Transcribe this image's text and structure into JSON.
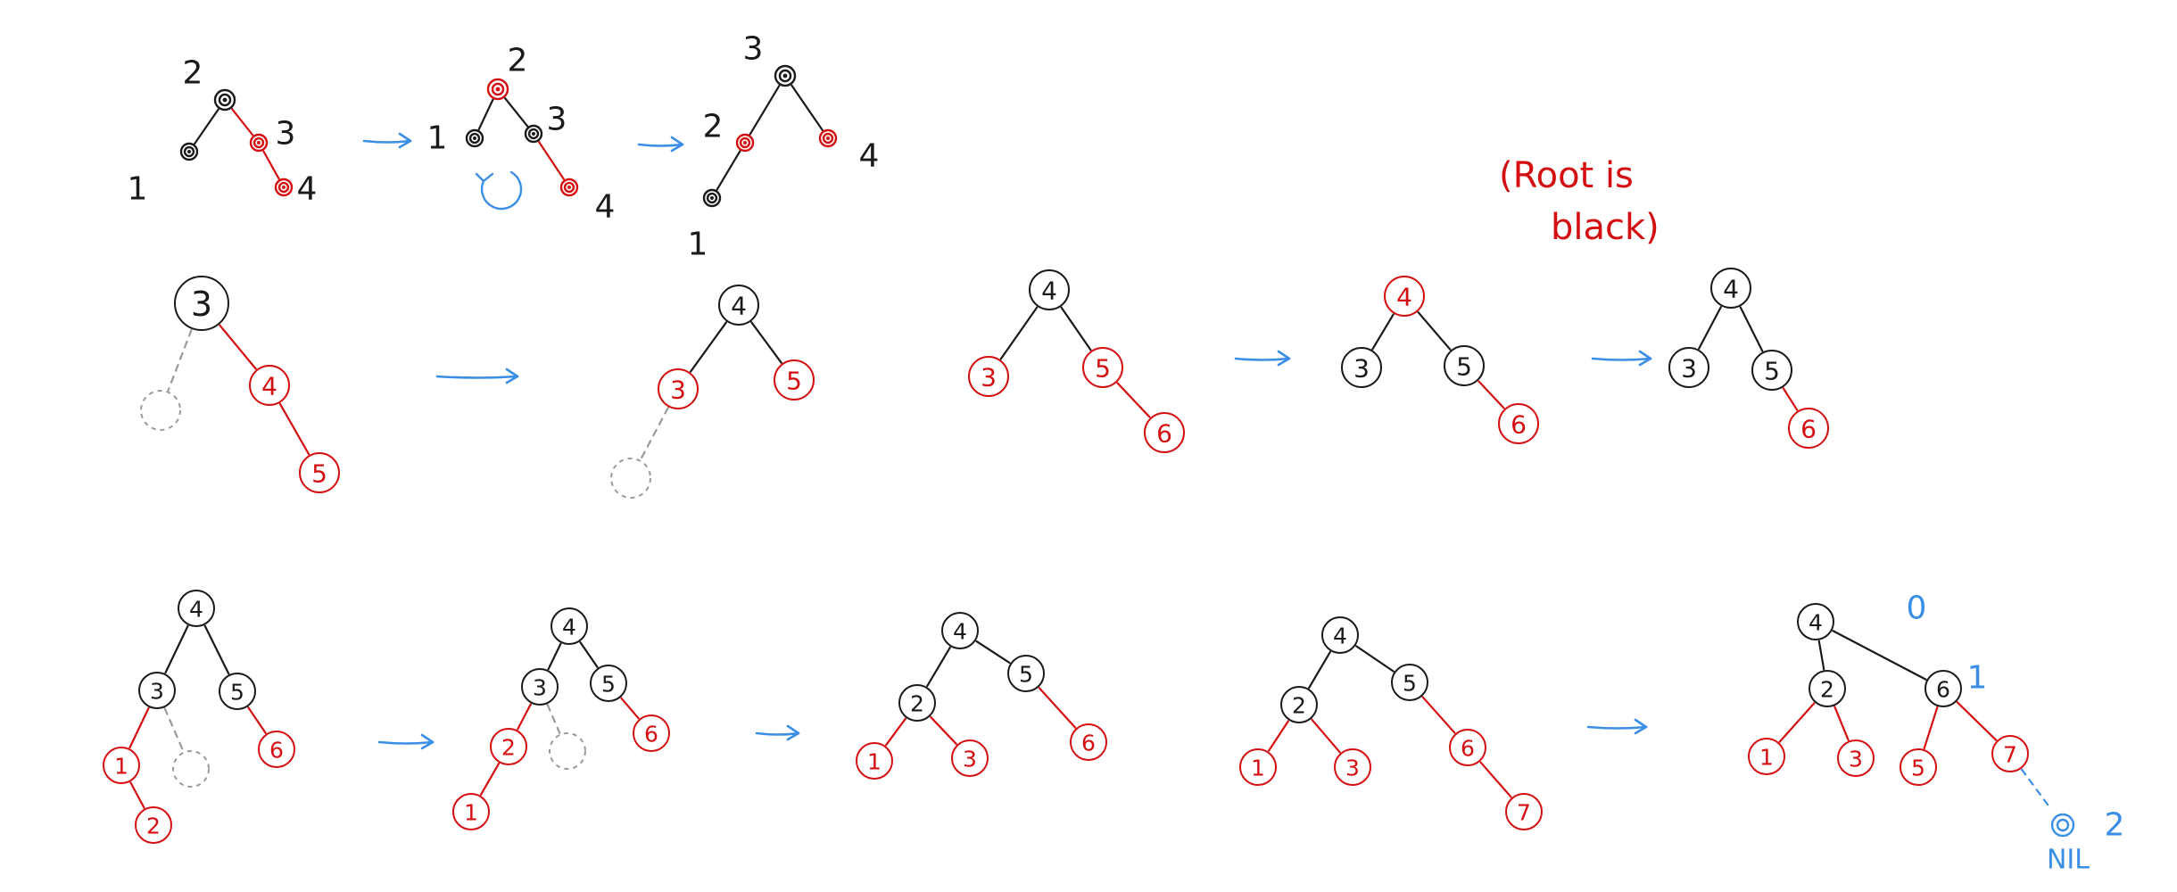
{
  "colors": {
    "black": "#1a1a1a",
    "red": "#d40f12",
    "blue": "#3a8ee6",
    "gray": "#9a9a9a"
  },
  "note": {
    "line1": "(Root is",
    "line2": "black)",
    "color": "red"
  },
  "nil_label": "NIL",
  "arrow_count": 8,
  "stages": [
    {
      "id": "s1",
      "style": "filled",
      "nodes": [
        {
          "id": "n2",
          "color": "black",
          "label": "2"
        },
        {
          "id": "n1",
          "color": "black",
          "label": "1"
        },
        {
          "id": "n3",
          "color": "red",
          "label": "3"
        },
        {
          "id": "n4",
          "color": "red",
          "label": "4"
        }
      ],
      "edges": [
        [
          "n2",
          "n1",
          "black"
        ],
        [
          "n2",
          "n3",
          "red"
        ],
        [
          "n3",
          "n4",
          "red"
        ]
      ]
    },
    {
      "id": "s2",
      "style": "filled",
      "nodes": [
        {
          "id": "n2",
          "color": "red",
          "label": "2"
        },
        {
          "id": "n1",
          "color": "black",
          "label": "1"
        },
        {
          "id": "n3",
          "color": "black",
          "label": "3"
        },
        {
          "id": "n4",
          "color": "red",
          "label": "4"
        }
      ],
      "edges": [
        [
          "n2",
          "n1",
          "black"
        ],
        [
          "n2",
          "n3",
          "black"
        ],
        [
          "n3",
          "n4",
          "red"
        ]
      ],
      "rotation_mark": "blue"
    },
    {
      "id": "s3",
      "style": "filled",
      "nodes": [
        {
          "id": "n3",
          "color": "black",
          "label": "3"
        },
        {
          "id": "n2",
          "color": "red",
          "label": "2"
        },
        {
          "id": "n4",
          "color": "red",
          "label": "4"
        },
        {
          "id": "n1",
          "color": "black",
          "label": "1"
        }
      ],
      "edges": [
        [
          "n3",
          "n2",
          "black"
        ],
        [
          "n3",
          "n4",
          "black"
        ],
        [
          "n2",
          "n1",
          "black"
        ]
      ]
    },
    {
      "id": "r2a",
      "style": "outline",
      "nodes": [
        {
          "id": "a",
          "color": "black",
          "label": "3"
        },
        {
          "id": "b",
          "color": "gray",
          "label": ""
        },
        {
          "id": "c",
          "color": "red",
          "label": "4"
        },
        {
          "id": "d",
          "color": "red",
          "label": "5"
        }
      ],
      "edges": [
        [
          "a",
          "b",
          "gray"
        ],
        [
          "a",
          "c",
          "red"
        ],
        [
          "c",
          "d",
          "red"
        ]
      ]
    },
    {
      "id": "r2b",
      "style": "outline",
      "nodes": [
        {
          "id": "a",
          "color": "black",
          "label": "4"
        },
        {
          "id": "b",
          "color": "red",
          "label": "3"
        },
        {
          "id": "c",
          "color": "red",
          "label": "5"
        },
        {
          "id": "d",
          "color": "gray",
          "label": ""
        }
      ],
      "edges": [
        [
          "a",
          "b",
          "black"
        ],
        [
          "a",
          "c",
          "black"
        ],
        [
          "b",
          "d",
          "gray"
        ]
      ]
    },
    {
      "id": "r2c",
      "style": "outline",
      "nodes": [
        {
          "id": "a",
          "color": "black",
          "label": "4"
        },
        {
          "id": "b",
          "color": "red",
          "label": "3"
        },
        {
          "id": "c",
          "color": "red",
          "label": "5"
        },
        {
          "id": "d",
          "color": "red",
          "label": "6"
        }
      ],
      "edges": [
        [
          "a",
          "b",
          "black"
        ],
        [
          "a",
          "c",
          "black"
        ],
        [
          "c",
          "d",
          "red"
        ]
      ]
    },
    {
      "id": "r2d",
      "style": "outline",
      "nodes": [
        {
          "id": "a",
          "color": "red",
          "label": "4"
        },
        {
          "id": "b",
          "color": "black",
          "label": "3"
        },
        {
          "id": "c",
          "color": "black",
          "label": "5"
        },
        {
          "id": "d",
          "color": "red",
          "label": "6"
        }
      ],
      "edges": [
        [
          "a",
          "b",
          "black"
        ],
        [
          "a",
          "c",
          "black"
        ],
        [
          "c",
          "d",
          "red"
        ]
      ]
    },
    {
      "id": "r2e",
      "style": "outline",
      "nodes": [
        {
          "id": "a",
          "color": "black",
          "label": "4"
        },
        {
          "id": "b",
          "color": "black",
          "label": "3"
        },
        {
          "id": "c",
          "color": "black",
          "label": "5"
        },
        {
          "id": "d",
          "color": "red",
          "label": "6"
        }
      ],
      "edges": [
        [
          "a",
          "b",
          "black"
        ],
        [
          "a",
          "c",
          "black"
        ],
        [
          "c",
          "d",
          "red"
        ]
      ]
    },
    {
      "id": "r3a",
      "style": "outline",
      "nodes": [
        {
          "id": "a",
          "color": "black",
          "label": "4"
        },
        {
          "id": "b",
          "color": "black",
          "label": "3"
        },
        {
          "id": "c",
          "color": "black",
          "label": "5"
        },
        {
          "id": "d",
          "color": "red",
          "label": "1"
        },
        {
          "id": "e",
          "color": "gray",
          "label": ""
        },
        {
          "id": "f",
          "color": "red",
          "label": "6"
        },
        {
          "id": "g",
          "color": "red",
          "label": "2"
        }
      ],
      "edges": [
        [
          "a",
          "b",
          "black"
        ],
        [
          "a",
          "c",
          "black"
        ],
        [
          "b",
          "d",
          "red"
        ],
        [
          "b",
          "e",
          "gray"
        ],
        [
          "c",
          "f",
          "red"
        ],
        [
          "d",
          "g",
          "red"
        ]
      ]
    },
    {
      "id": "r3b",
      "style": "outline",
      "nodes": [
        {
          "id": "a",
          "color": "black",
          "label": "4"
        },
        {
          "id": "b",
          "color": "black",
          "label": "3"
        },
        {
          "id": "c",
          "color": "black",
          "label": "5"
        },
        {
          "id": "d",
          "color": "red",
          "label": "2"
        },
        {
          "id": "e",
          "color": "gray",
          "label": ""
        },
        {
          "id": "f",
          "color": "red",
          "label": "6"
        },
        {
          "id": "g",
          "color": "red",
          "label": "1"
        }
      ],
      "edges": [
        [
          "a",
          "b",
          "black"
        ],
        [
          "a",
          "c",
          "black"
        ],
        [
          "b",
          "d",
          "red"
        ],
        [
          "b",
          "e",
          "gray"
        ],
        [
          "c",
          "f",
          "red"
        ],
        [
          "d",
          "g",
          "red"
        ]
      ]
    },
    {
      "id": "r3c",
      "style": "outline",
      "nodes": [
        {
          "id": "a",
          "color": "black",
          "label": "4"
        },
        {
          "id": "b",
          "color": "black",
          "label": "2"
        },
        {
          "id": "c",
          "color": "black",
          "label": "5"
        },
        {
          "id": "d",
          "color": "red",
          "label": "1"
        },
        {
          "id": "e",
          "color": "red",
          "label": "3"
        },
        {
          "id": "f",
          "color": "red",
          "label": "6"
        }
      ],
      "edges": [
        [
          "a",
          "b",
          "black"
        ],
        [
          "a",
          "c",
          "black"
        ],
        [
          "b",
          "d",
          "red"
        ],
        [
          "b",
          "e",
          "red"
        ],
        [
          "c",
          "f",
          "red"
        ]
      ]
    },
    {
      "id": "r3d",
      "style": "outline",
      "nodes": [
        {
          "id": "a",
          "color": "black",
          "label": "4"
        },
        {
          "id": "b",
          "color": "black",
          "label": "2"
        },
        {
          "id": "c",
          "color": "black",
          "label": "5"
        },
        {
          "id": "d",
          "color": "red",
          "label": "1"
        },
        {
          "id": "e",
          "color": "red",
          "label": "3"
        },
        {
          "id": "f",
          "color": "red",
          "label": "6"
        },
        {
          "id": "g",
          "color": "red",
          "label": "7"
        }
      ],
      "edges": [
        [
          "a",
          "b",
          "black"
        ],
        [
          "a",
          "c",
          "black"
        ],
        [
          "b",
          "d",
          "red"
        ],
        [
          "b",
          "e",
          "red"
        ],
        [
          "c",
          "f",
          "red"
        ],
        [
          "f",
          "g",
          "red"
        ]
      ]
    },
    {
      "id": "r3e",
      "style": "outline",
      "nodes": [
        {
          "id": "a",
          "color": "black",
          "label": "4"
        },
        {
          "id": "b",
          "color": "black",
          "label": "2"
        },
        {
          "id": "c",
          "color": "black",
          "label": "6"
        },
        {
          "id": "d",
          "color": "red",
          "label": "1"
        },
        {
          "id": "e",
          "color": "red",
          "label": "3"
        },
        {
          "id": "f",
          "color": "red",
          "label": "5"
        },
        {
          "id": "g",
          "color": "red",
          "label": "7"
        },
        {
          "id": "h",
          "color": "blue",
          "label": ""
        }
      ],
      "edges": [
        [
          "a",
          "b",
          "black"
        ],
        [
          "a",
          "c",
          "black"
        ],
        [
          "b",
          "d",
          "red"
        ],
        [
          "b",
          "e",
          "red"
        ],
        [
          "c",
          "f",
          "red"
        ],
        [
          "c",
          "g",
          "red"
        ],
        [
          "g",
          "h",
          "blue"
        ]
      ],
      "level_labels": [
        "0",
        "1",
        "2"
      ]
    }
  ]
}
